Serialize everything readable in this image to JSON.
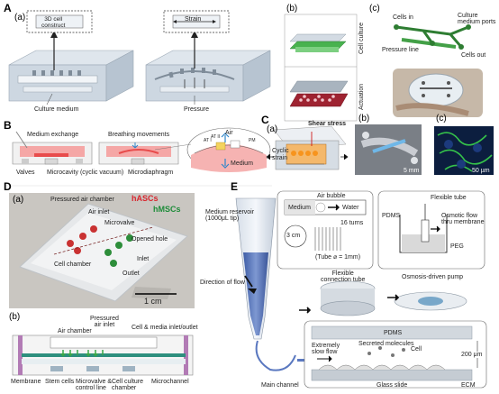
{
  "panels": {
    "A": {
      "letter": "A",
      "a": {
        "tag": "(a)",
        "construct": "3D cell\nconstruct",
        "strain": "Strain",
        "medium": "Culture medium",
        "pressure": "Pressure"
      },
      "b": {
        "tag": "(b)",
        "cell_culture": "Cell culture",
        "actuation": "Actuation"
      },
      "c": {
        "tag": "(c)",
        "cells_in": "Cells in",
        "ports": "Culture medium ports",
        "pressure_line": "Pressure line",
        "cells_out": "Cells out"
      }
    },
    "B": {
      "letter": "B",
      "exchange": "Medium exchange",
      "breathing": "Breathing movements",
      "valves": "Valves",
      "microcavity": "Microcavity (cyclic vacuum)",
      "diaphragm": "Microdiaphragm",
      "air": "Air",
      "at1": "AT I",
      "at2": "AT II",
      "pm": "PM",
      "medium": "Medium"
    },
    "C": {
      "letter": "C",
      "a": {
        "tag": "(a)",
        "shear": "Shear stress",
        "cyclic": "Cyclic",
        "strain": "strain"
      },
      "b": {
        "tag": "(b)",
        "scale": "5 mm"
      },
      "c": {
        "tag": "(c)",
        "scale": "50 µm"
      }
    },
    "D": {
      "letter": "D",
      "a": {
        "tag": "(a)",
        "pressured": "Pressured air chamber",
        "hascs": "hASCs",
        "hmscs": "hMSCs",
        "air_inlet": "Air inlet",
        "microvalve": "Microvalve",
        "opened": "Opened hole",
        "chamber": "Cell chamber",
        "inlet": "Inlet",
        "outlet": "Outlet",
        "scale": "1 cm"
      },
      "b": {
        "tag": "(b)",
        "air_chamber": "Air chamber",
        "pressured_inlet": "Pressured\nair inlet",
        "cell_media": "Cell & media inlet/outlet",
        "membrane": "Membrane",
        "stem": "Stem cells",
        "mv_control": "Microvalve &\ncontrol line",
        "cc_chamber": "Cell culture\nchamber",
        "microchannel": "Microchannel"
      }
    },
    "E": {
      "letter": "E",
      "reservoir": "Medium reservoir\n(1000μL tip)",
      "bubble": "Air bubble",
      "medium": "Medium",
      "water": "Water",
      "pdms": "PDMS",
      "tube": "Flexible tube",
      "osmotic": "Osmotic flow\nthru membrane",
      "peg": "PEG",
      "turns": "16 turns",
      "cm": "3 cm",
      "tube_d": "(Tube ⌀ = 1mm)",
      "direction": "Direction of flow",
      "flex_conn": "Flexible\nconnection tube",
      "osmosis_pump": "Osmosis-driven pump",
      "pdms2": "PDMS",
      "secreted": "Secreted molecules",
      "cell": "Cell",
      "extremely": "Extremely\nslow flow",
      "h200": "200 μm",
      "glass": "Glass slide",
      "ecm": "ECM",
      "main": "Main channel"
    }
  }
}
